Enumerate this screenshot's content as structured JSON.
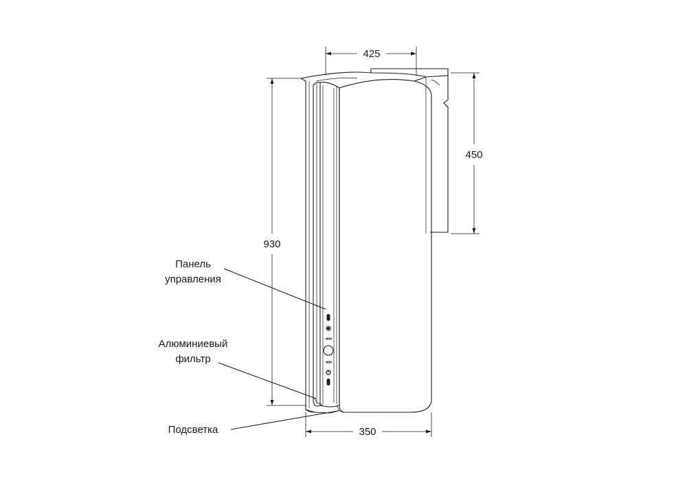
{
  "dimensions": {
    "depth_top": "425",
    "wall_height": "450",
    "total_height": "930",
    "width_bottom": "350"
  },
  "callouts": {
    "control_panel": [
      "Панель",
      "управления"
    ],
    "aluminum_filter": [
      "Алюминиевый",
      "фильтр"
    ],
    "lighting": "Подсветка"
  },
  "control_panel_buttons": [
    {
      "icon": "fan-icon"
    },
    {
      "icon": "speed-icon"
    },
    {
      "icon": "power-button-icon"
    },
    {
      "icon": "speed-icon"
    },
    {
      "icon": "timer-icon"
    }
  ]
}
